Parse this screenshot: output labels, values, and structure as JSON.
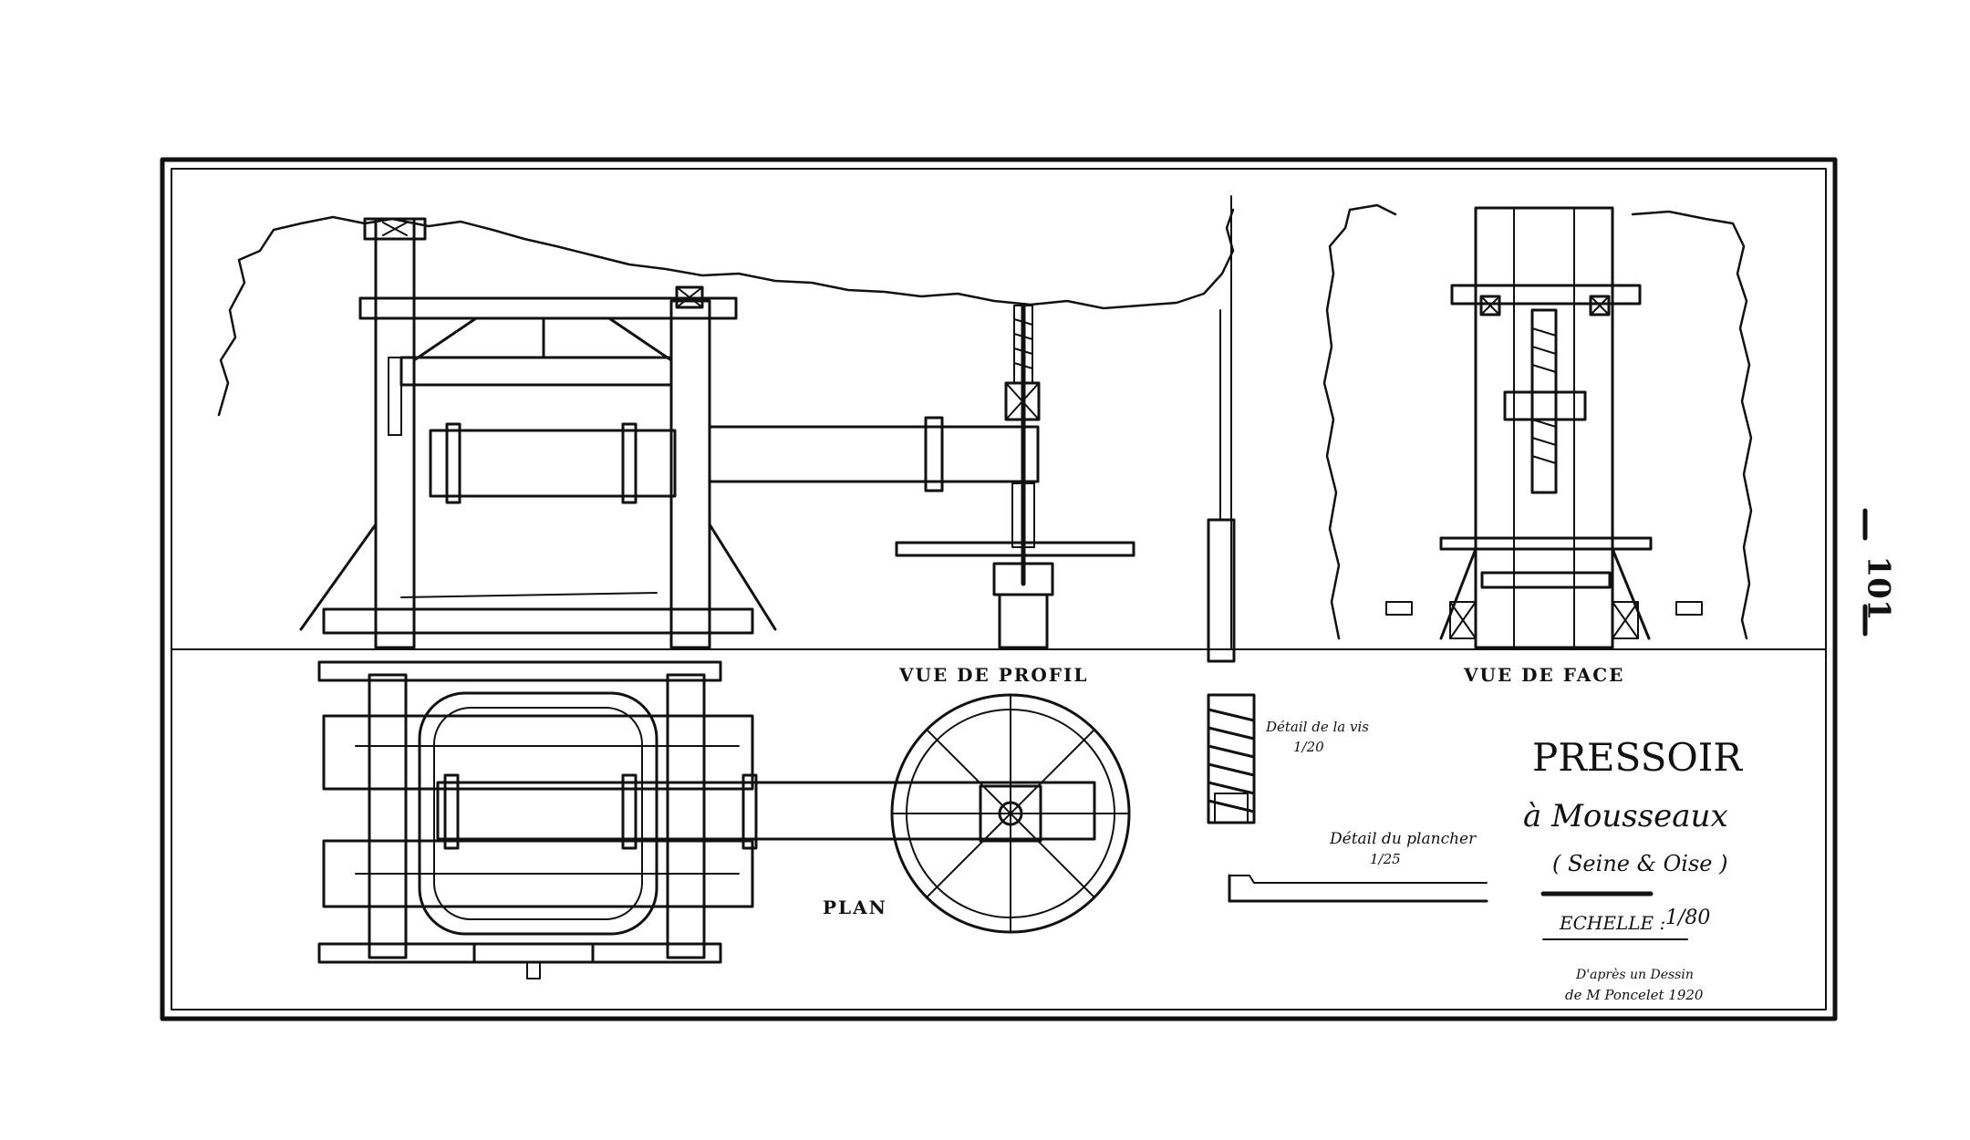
{
  "labels": {
    "vue_profil": "VUE DE PROFIL",
    "vue_face": "VUE DE FACE",
    "plan": "PLAN",
    "detail_vis": "Détail de la vis",
    "detail_vis_scale": "1/20",
    "detail_plancher": "Détail du plancher",
    "detail_plancher_scale": "1/25"
  },
  "title_block": {
    "title": "PRESSOIR",
    "subtitle": "à Mousseaux",
    "department": "( Seine & Oise )",
    "scale_label": "ECHELLE :",
    "scale_value": "1/80",
    "credit_line1": "D'après un Dessin",
    "credit_line2": "de M Poncelet 1920"
  },
  "page_number": "101",
  "colors": {
    "ink": "#111111",
    "paper": "#ffffff"
  }
}
